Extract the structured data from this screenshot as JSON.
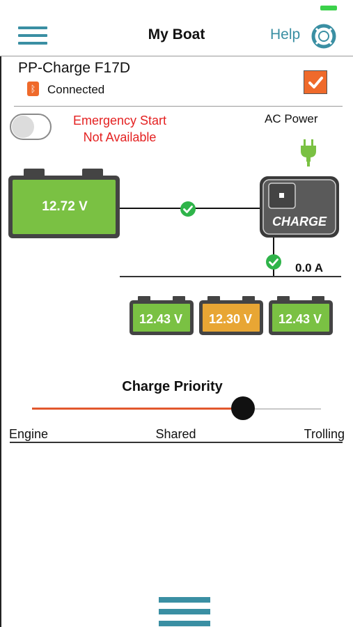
{
  "header": {
    "title": "My Boat",
    "help_label": "Help",
    "menu_icon": "hamburger-menu-icon",
    "help_icon": "lifebuoy-icon"
  },
  "device": {
    "name": "PP-Charge F17D",
    "status": "Connected",
    "bluetooth_icon": "bluetooth-icon",
    "selected": true
  },
  "emergency": {
    "line1": "Emergency Start",
    "line2": "Not Available",
    "enabled": false
  },
  "ac_power": {
    "label": "AC Power",
    "icon": "plug-icon"
  },
  "main_battery": {
    "voltage": "12.72 V",
    "status_color": "#7ac143"
  },
  "charger": {
    "label": "CHARGE",
    "current": "0.0 A"
  },
  "batteries": [
    {
      "voltage": "12.43 V",
      "color": "#7ac143"
    },
    {
      "voltage": "12.30 V",
      "color": "#e8a634"
    },
    {
      "voltage": "12.43 V",
      "color": "#7ac143"
    }
  ],
  "charge_priority": {
    "title": "Charge Priority",
    "labels": [
      "Engine",
      "Shared",
      "Trolling"
    ],
    "value": 0.73
  },
  "colors": {
    "accent": "#3a8fa3",
    "orange": "#ef6a2b",
    "green_ok": "#2fb44a",
    "alert_red": "#e42121"
  }
}
